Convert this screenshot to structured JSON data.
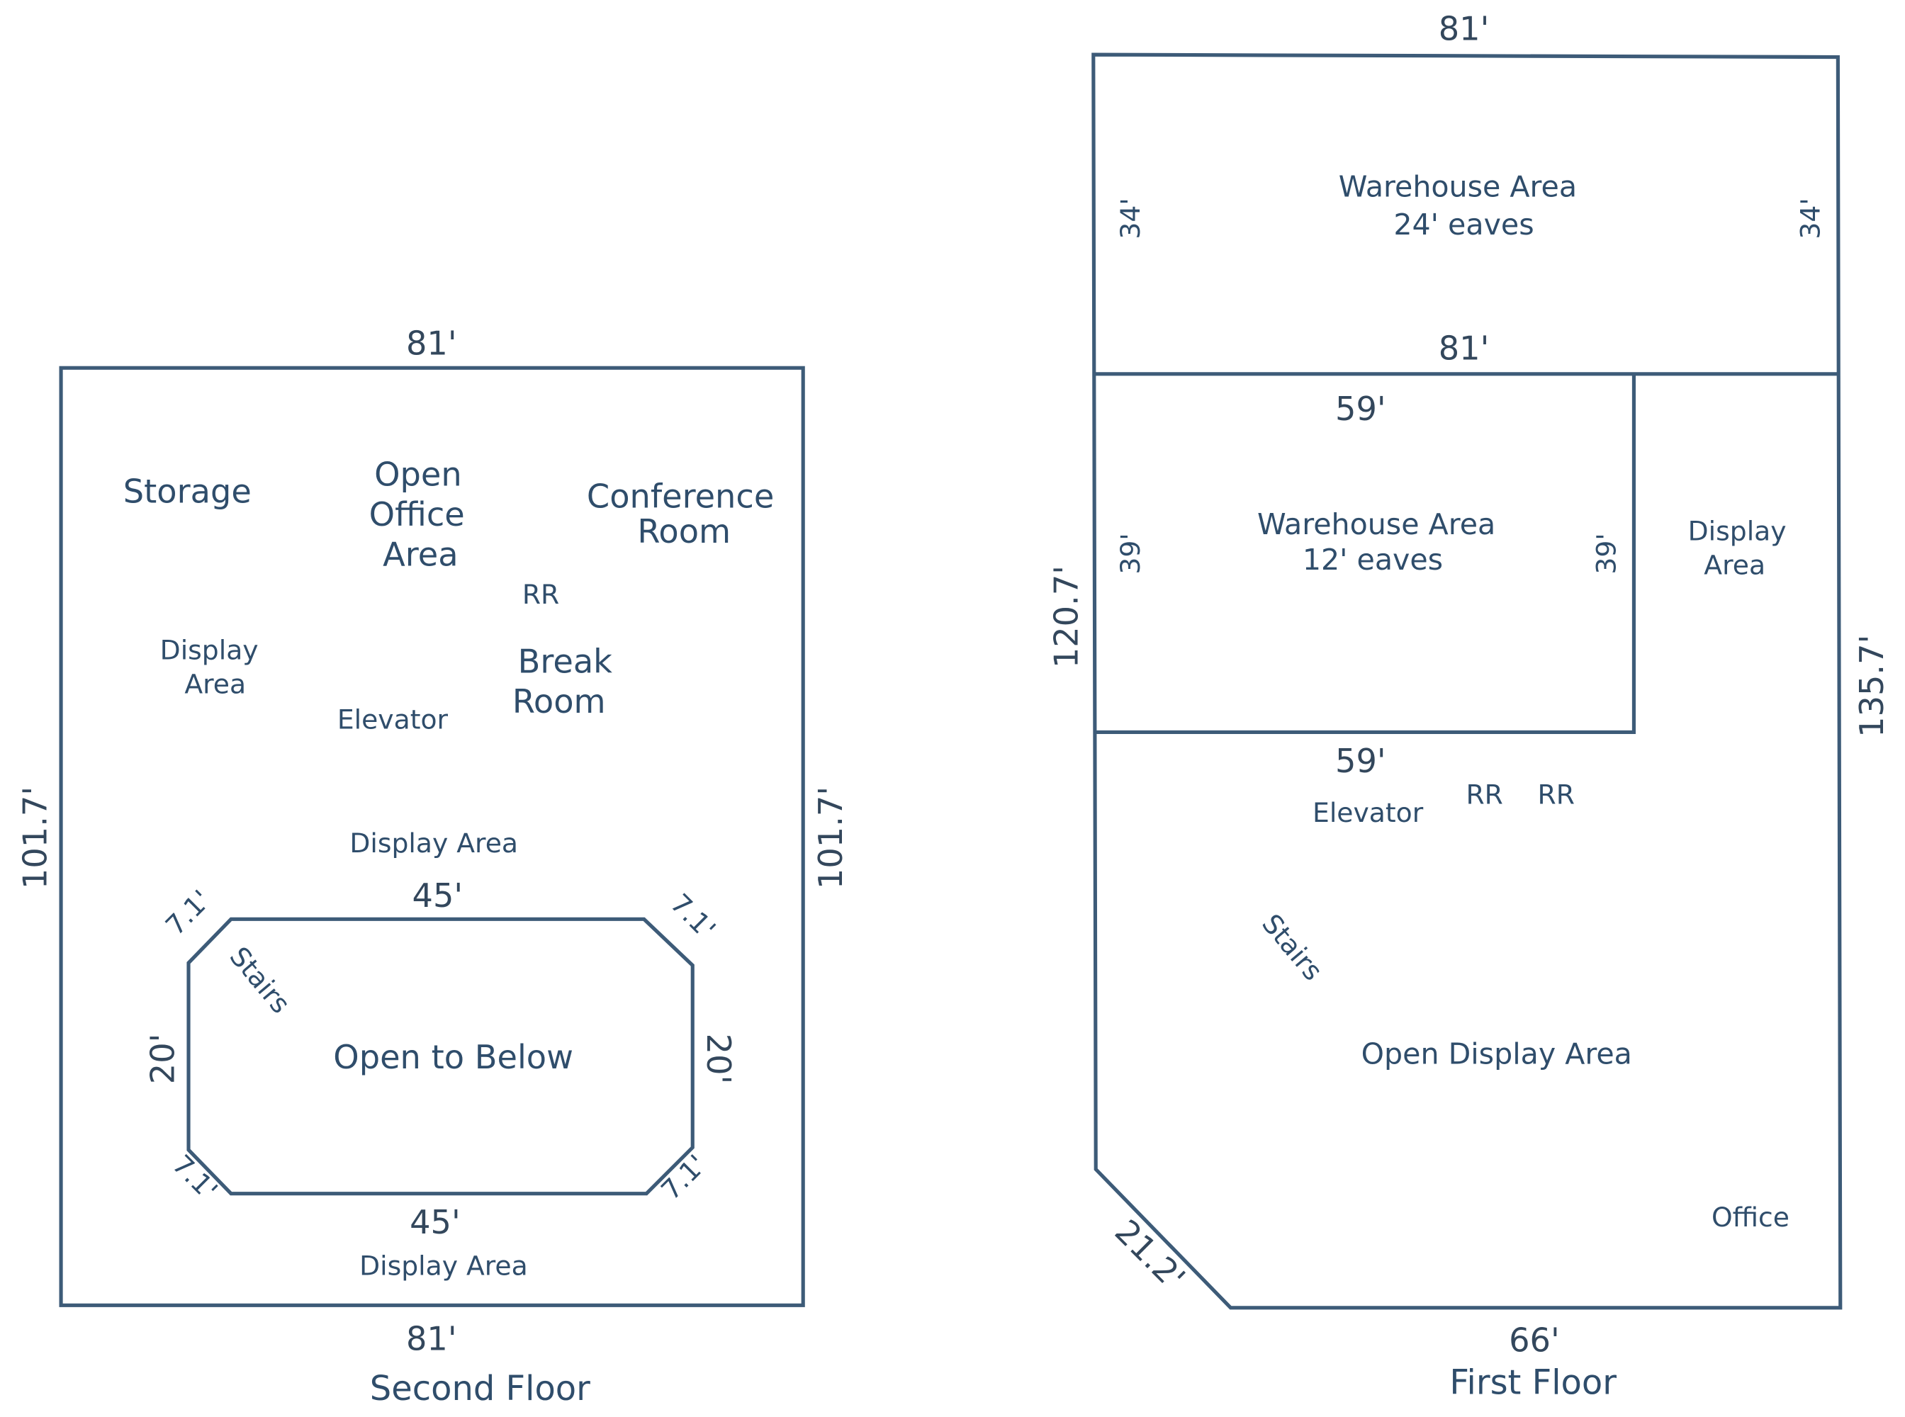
{
  "second_floor": {
    "caption": "Second Floor",
    "dims": {
      "top": "81'",
      "bottom": "81'",
      "left": "101.7'",
      "right": "101.7'",
      "opening_top": "45'",
      "opening_bottom": "45'",
      "opening_left": "20'",
      "opening_right": "20'",
      "chamfer_tl": "7.1'",
      "chamfer_tr": "7.1'",
      "chamfer_bl": "7.1'",
      "chamfer_br": "7.1'"
    },
    "rooms": {
      "storage": "Storage",
      "open_office_1": "Open",
      "open_office_2": "Office",
      "open_office_3": "Area",
      "conference_1": "Conference",
      "conference_2": "Room",
      "restroom": "RR",
      "display_left_1": "Display",
      "display_left_2": "Area",
      "break_1": "Break",
      "break_2": "Room",
      "elevator": "Elevator",
      "display_mid": "Display Area",
      "stairs": "Stairs",
      "open_below": "Open to Below",
      "display_bottom": "Display Area"
    }
  },
  "first_floor": {
    "caption": "First Floor",
    "dims": {
      "top": "81'",
      "warehouse_left": "34'",
      "warehouse_right": "34'",
      "divider": "81'",
      "inner_top": "59'",
      "inner_bottom": "59'",
      "inner_left": "39'",
      "inner_right": "39'",
      "left": "120.7'",
      "right": "135.7'",
      "chamfer": "21.2'",
      "bottom": "66'"
    },
    "rooms": {
      "warehouse_24_1": "Warehouse Area",
      "warehouse_24_2": "24' eaves",
      "warehouse_12_1": "Warehouse Area",
      "warehouse_12_2": "12' eaves",
      "display_1": "Display",
      "display_2": "Area",
      "elevator": "Elevator",
      "restroom_1": "RR",
      "restroom_2": "RR",
      "stairs": "Stairs",
      "open_display": "Open Display Area",
      "office": "Office"
    }
  }
}
